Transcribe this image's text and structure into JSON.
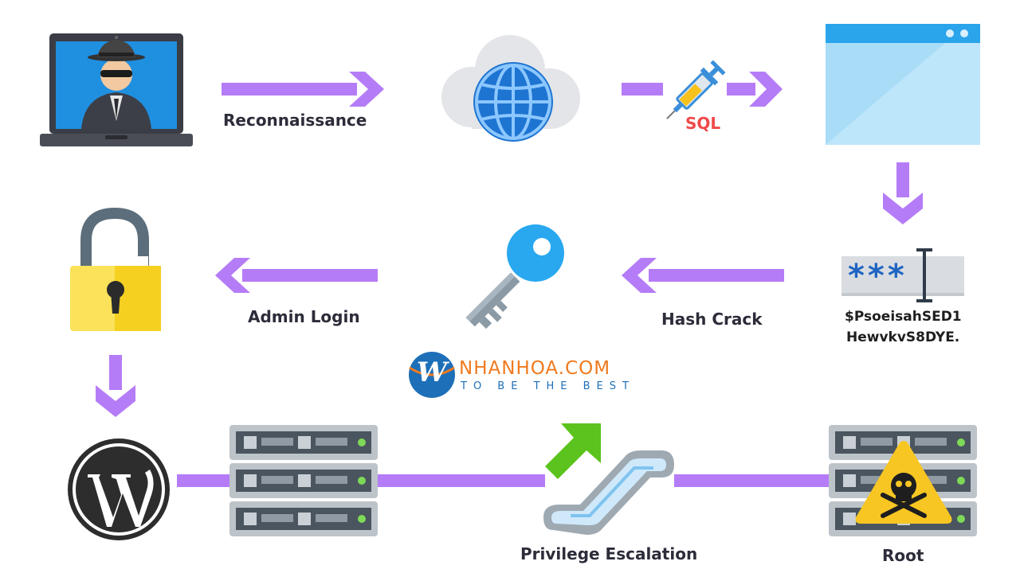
{
  "labels": {
    "recon": "Reconnaissance",
    "sql": "SQL",
    "hash_line1": "$PsoeisahSED1",
    "hash_line2": "HewvkvS8DYE.",
    "hash_crack": "Hash Crack",
    "admin_login": "Admin Login",
    "privilege_escalation": "Privilege Escalation",
    "root": "Root"
  },
  "password_field": {
    "masked": "***"
  },
  "brand": {
    "letter": "W",
    "name": "NHANHOA.COM",
    "tagline": "TO BE THE BEST"
  },
  "colors": {
    "arrow": "#b57cf7",
    "sql": "#f04a4a",
    "brand_orange": "#f07a1e",
    "brand_blue": "#1d6fb8",
    "warning_yellow": "#f7c623"
  },
  "icons": [
    "hacker-laptop-icon",
    "cloud-globe-icon",
    "syringe-icon",
    "browser-window-icon",
    "password-field-icon",
    "key-icon",
    "padlock-open-icon",
    "wordpress-icon",
    "server-rack-icon",
    "escalator-icon",
    "up-arrow-icon",
    "warning-skull-icon"
  ]
}
